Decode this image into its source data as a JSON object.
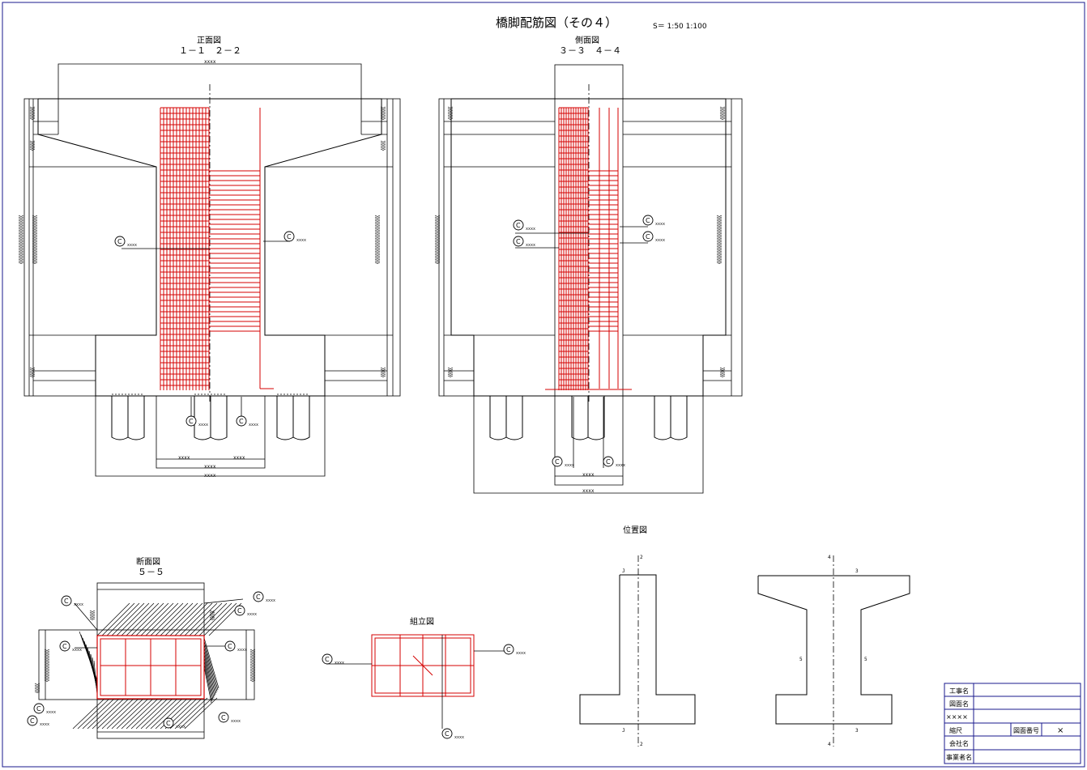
{
  "header": {
    "title": "橋脚配筋図（その４）",
    "scale_text": "S＝ 1:50  1:100"
  },
  "views": {
    "front": {
      "title": "正面図",
      "sections": "１－１　２－２"
    },
    "side": {
      "title": "側面図",
      "sections": "３－３　４－４"
    },
    "section": {
      "title": "断面図",
      "sections": "５－５"
    },
    "assembly": {
      "title": "組立図"
    },
    "location": {
      "title": "位置図",
      "left_marks": {
        "top": "2",
        "side": "J",
        "bottom_side": "J",
        "bottom": "2"
      },
      "right_marks": {
        "top": "4",
        "side": "3",
        "bottom_side": "3",
        "bottom": "4",
        "mid": "5"
      }
    }
  },
  "callout_symbol": "C",
  "dim_text": "xxxx",
  "title_block": {
    "rows": [
      "工事名",
      "図面名",
      "××××",
      "縮尺",
      "会社名",
      "事業者名"
    ],
    "drawing_number_label": "図面番号",
    "cross_mark": "×"
  },
  "colors": {
    "rebar": "#d40000",
    "frame": "#1a1a8c",
    "line": "#000000"
  }
}
